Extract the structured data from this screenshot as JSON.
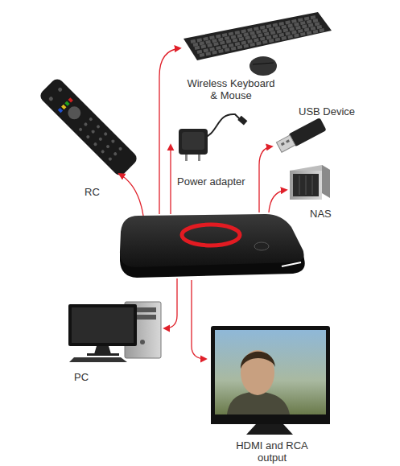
{
  "diagram": {
    "labels": [
      "Wireless Keyboard & Mouse",
      "USB Device",
      "RC",
      "Power adapter",
      "NAS",
      "PC",
      "HDMI and RCA output"
    ]
  }
}
